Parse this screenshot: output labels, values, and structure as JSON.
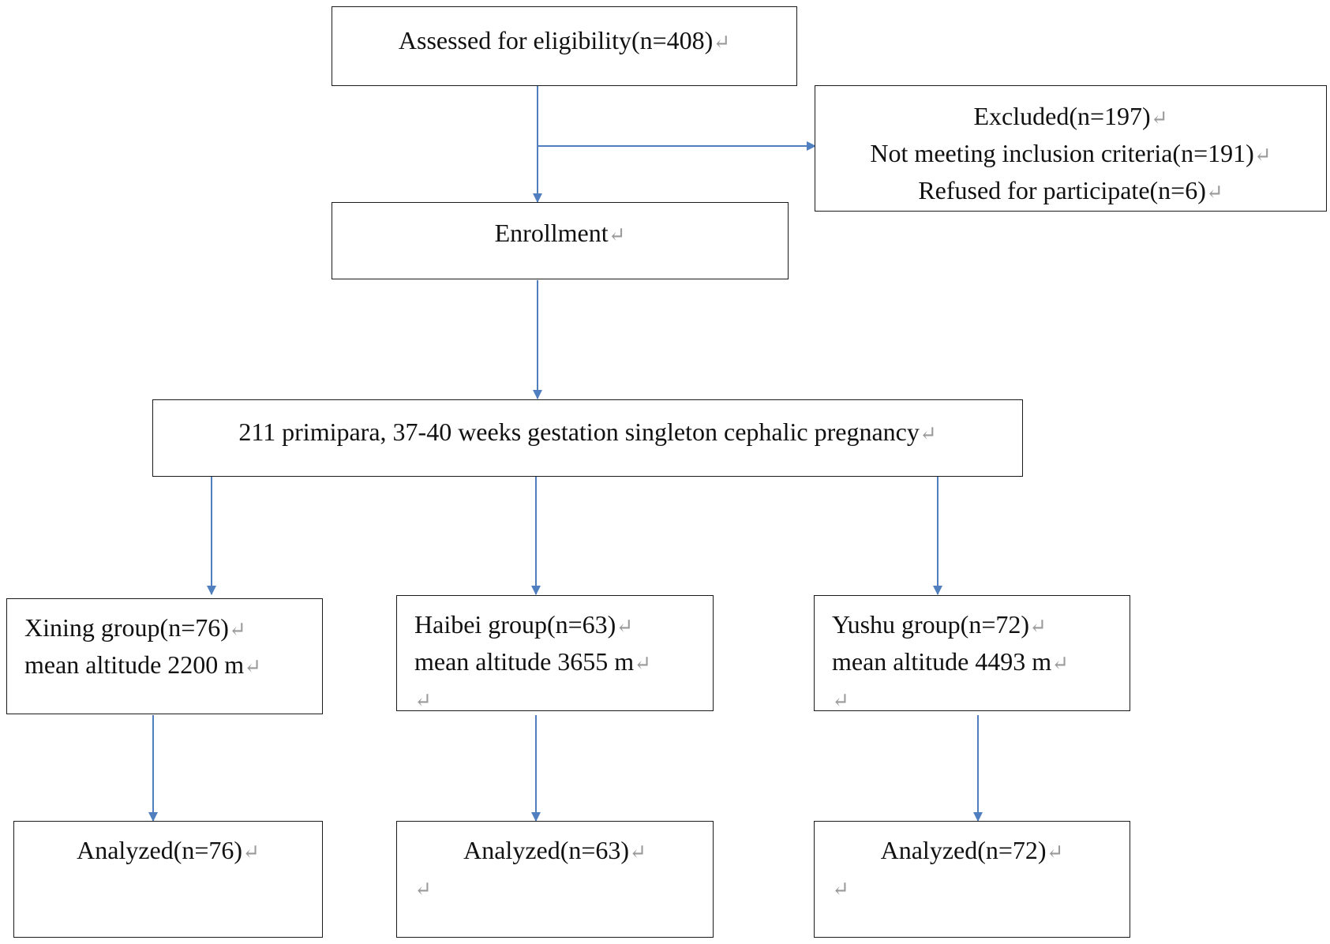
{
  "assessed": {
    "text": "Assessed for eligibility(n=408)"
  },
  "excluded": {
    "title": "Excluded(n=197)",
    "reason_1": "Not meeting inclusion criteria(n=191)",
    "reason_2": "Refused for participate(n=6)"
  },
  "enrollment": {
    "text": "Enrollment"
  },
  "cohort": {
    "text": "211 primipara, 37-40 weeks gestation singleton cephalic pregnancy"
  },
  "groups": [
    {
      "name": "Xining group(n=76)",
      "altitude": "mean altitude 2200 m"
    },
    {
      "name": "Haibei group(n=63)",
      "altitude": "mean altitude 3655 m"
    },
    {
      "name": "Yushu group(n=72)",
      "altitude": "mean altitude 4493 m"
    }
  ],
  "analyzed": [
    {
      "text": "Analyzed(n=76)"
    },
    {
      "text": "Analyzed(n=63)"
    },
    {
      "text": "Analyzed(n=72)"
    }
  ],
  "colors": {
    "arrow": "#4f7fbf",
    "border": "#1a1a1a",
    "paragraph_mark": "#9a9a9a"
  },
  "icons": {
    "paragraph_mark": "return-arrow-icon"
  }
}
